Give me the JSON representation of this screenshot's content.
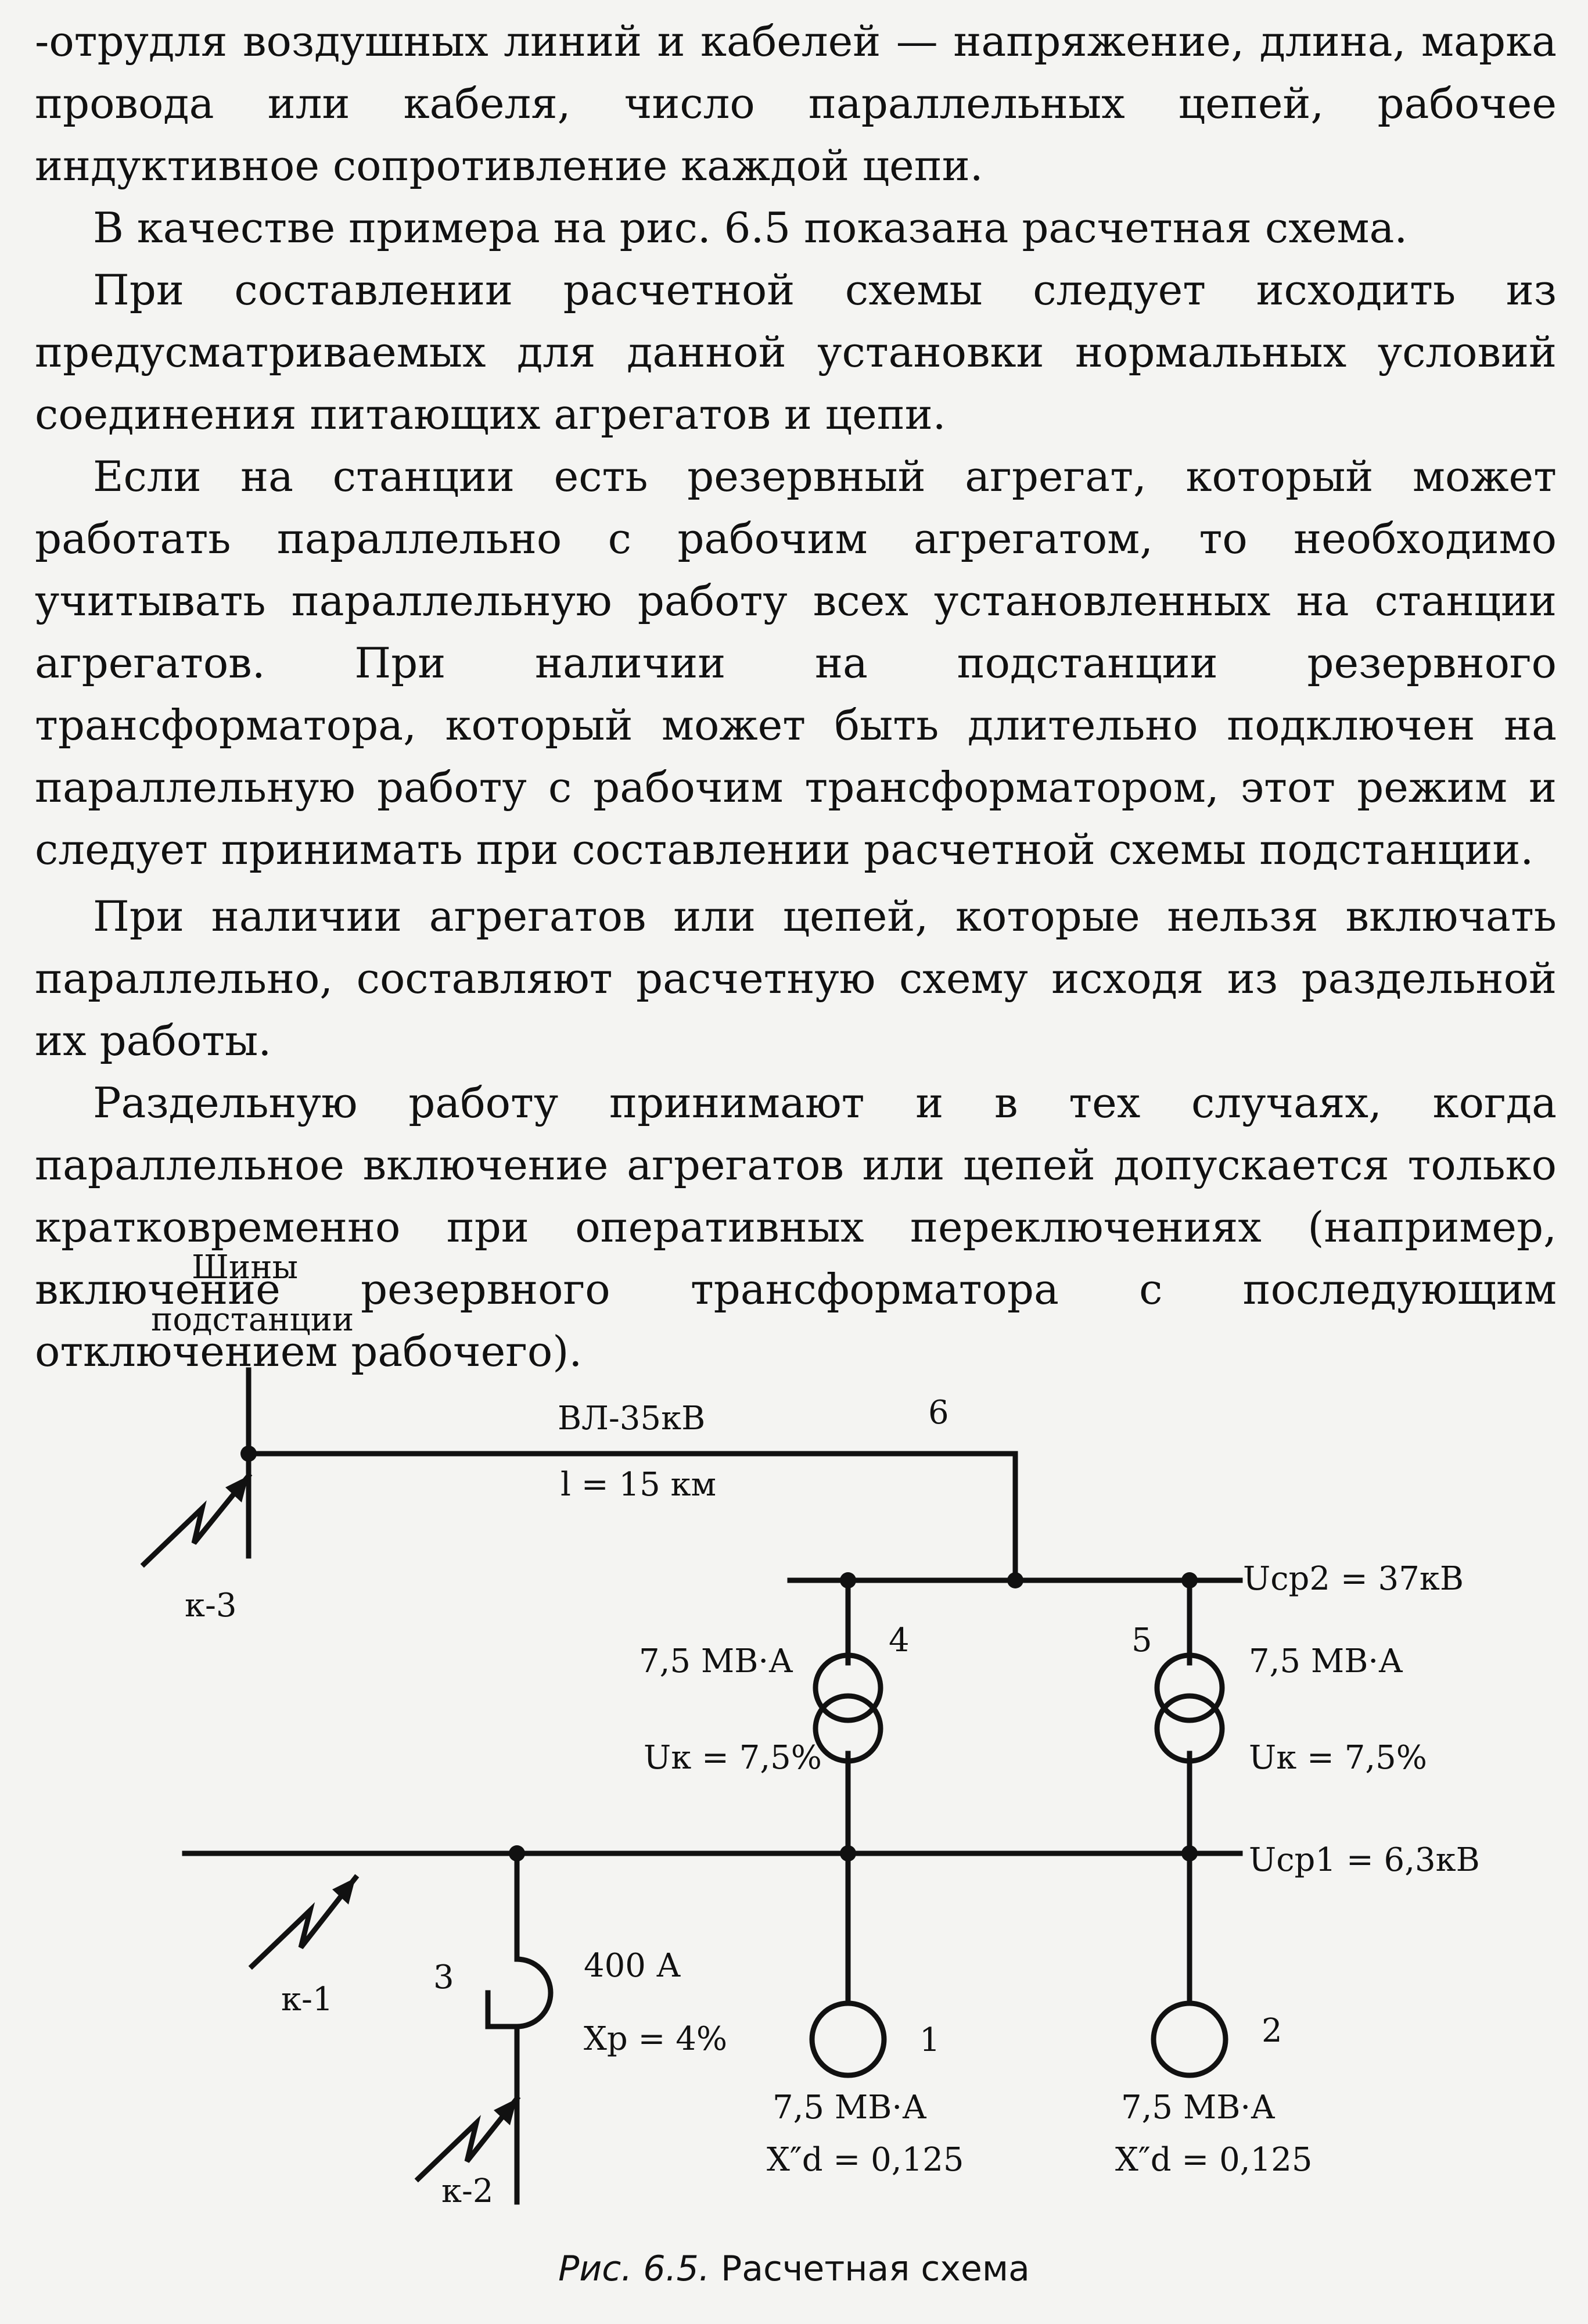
{
  "text": {
    "p0": "-отрудля воздушных линий и кабелей — напряжение, длина, марка провода или кабеля, число параллельных цепей, рабочее индуктивное сопротивление каждой цепи.",
    "p1": "В качестве примера на рис. 6.5 показана расчетная схема.",
    "p2": "При составлении расчетной схемы следует исходить из предусматриваемых для данной установки нормальных условий соединения питающих агрегатов и цепи.",
    "p3": "Если на станции есть резервный агрегат, который может работать параллельно с рабочим агрегатом, то необходимо учитывать параллельную работу всех установленных на станции агрегатов. При наличии на подстанции резервного трансформатора, который может быть длительно подключен на параллельную работу с рабочим трансформатором, этот режим и следует принимать при составлении расчетной схемы подстанции.",
    "p4": "При наличии агрегатов или цепей, которые нельзя включать параллельно, составляют расчетную схему исходя из раздельной их работы.",
    "p5": "Раздельную работу принимают и в тех случаях, когда параллельное включение агрегатов или цепей допускается только кратковременно при оперативных переключениях (например, включение резервного трансформатора с последующим отключением рабочего)."
  },
  "diagram": {
    "bus_title_1": "Шины",
    "bus_title_2": "подстанции",
    "line_name": "ВЛ-35кВ",
    "line_length": "l = 15 км",
    "line_number": "6",
    "fault_k3": "к-3",
    "fault_k1": "к-1",
    "fault_k2": "к-2",
    "bus2_voltage": "Uср2 = 37кВ",
    "bus1_voltage": "Uср1 = 6,3кВ",
    "t4_number": "4",
    "t4_rating": "7,5 МВ·А",
    "t4_uk": "Uк = 7,5%",
    "t5_number": "5",
    "t5_rating": "7,5 МВ·А",
    "t5_uk": "Uк = 7,5%",
    "reactor_number": "3",
    "reactor_current": "400 А",
    "reactor_xp": "Xр = 4%",
    "g1_number": "1",
    "g1_rating": "7,5 МВ·А",
    "g1_xd": "X″d = 0,125",
    "g2_number": "2",
    "g2_rating": "7,5 МВ·А",
    "g2_xd": "X″d = 0,125"
  },
  "caption": {
    "number": "Рис. 6.5.",
    "title": "Расчетная схема"
  }
}
